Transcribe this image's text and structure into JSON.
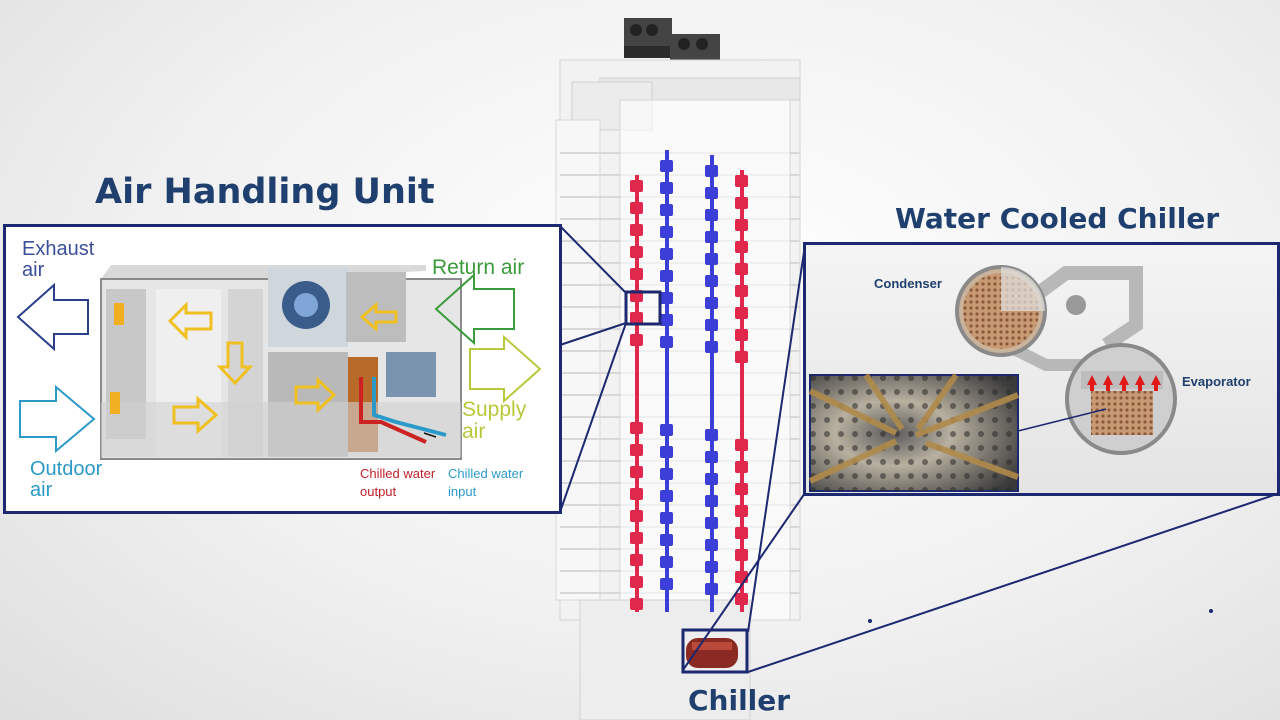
{
  "titles": {
    "ahu": "Air Handling Unit",
    "chiller_panel": "Water Cooled Chiller",
    "chiller": "Chiller"
  },
  "ahu_labels": {
    "exhaust_line1": "Exhaust",
    "exhaust_line2": "air",
    "return_air": "Return air",
    "supply_line1": "Supply",
    "supply_line2": "air",
    "outdoor_line1": "Outdoor",
    "outdoor_line2": "air",
    "chw_output_line1": "Chilled water",
    "chw_output_line2": "output",
    "chw_input_line1": "Chilled water",
    "chw_input_line2": "input"
  },
  "chiller_labels": {
    "condenser": "Condenser",
    "evaporator": "Evaporator"
  },
  "colors": {
    "title": "#1f3f6e",
    "frame": "#1c2870",
    "exhaust": "#2a3f8c",
    "return": "#3b9a3b",
    "supply": "#b8c83a",
    "outdoor": "#2b9ac9",
    "chw_output": "#c0202a",
    "chw_input": "#2b9ac9",
    "hot_pipe": "#e0284d",
    "cold_pipe": "#3b3fd8"
  }
}
